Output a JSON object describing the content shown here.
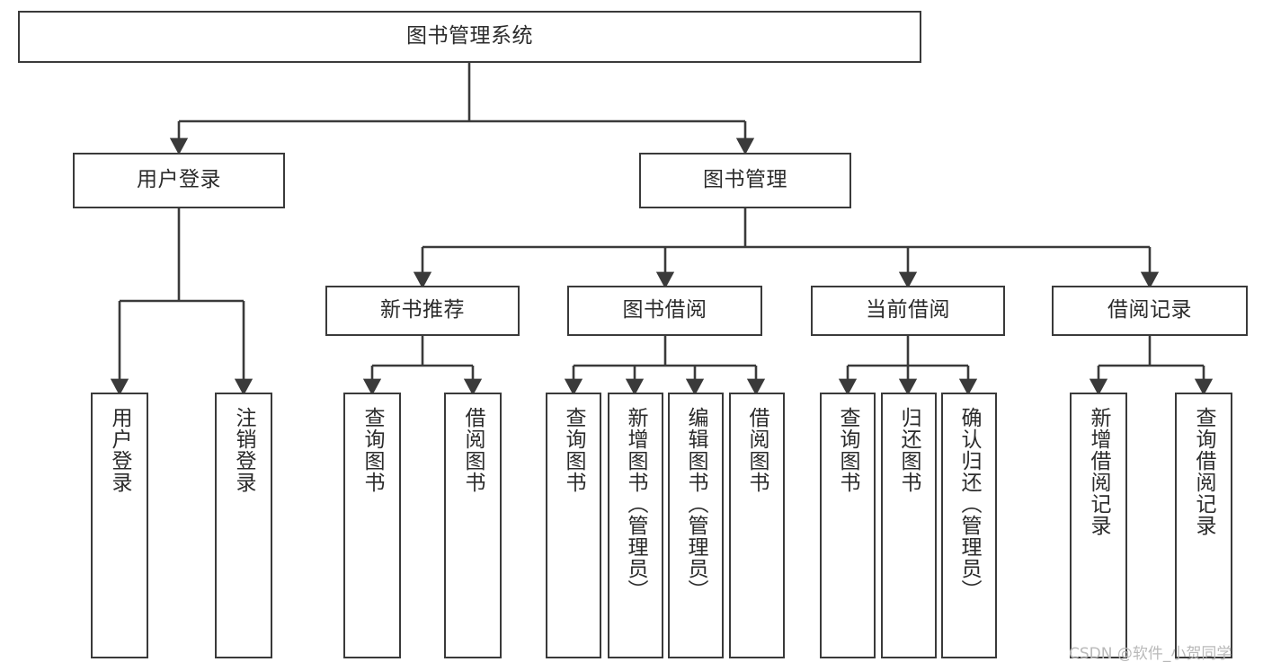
{
  "diagram": {
    "title": "图书管理系统",
    "type": "tree",
    "watermark": "CSDN @软件_小贺同学",
    "colors": {
      "box_border": "#3a3a3a",
      "box_fill": "#ffffff",
      "connector": "#3a3a3a",
      "text": "#2b2b2b",
      "background": "#ffffff",
      "watermark": "#b9b9b9"
    },
    "levels": {
      "root": {
        "label": "图书管理系统"
      },
      "level2": [
        {
          "label": "用户登录"
        },
        {
          "label": "图书管理"
        }
      ],
      "level3": [
        {
          "label": "新书推荐"
        },
        {
          "label": "图书借阅"
        },
        {
          "label": "当前借阅"
        },
        {
          "label": "借阅记录"
        }
      ],
      "leaves": {
        "user_login": [
          {
            "label": "用户登录"
          },
          {
            "label": "注销登录"
          }
        ],
        "new_book_recommend": [
          {
            "label": "查询图书"
          },
          {
            "label": "借阅图书"
          }
        ],
        "book_borrow": [
          {
            "label": "查询图书"
          },
          {
            "label": "新增图书（管理员）"
          },
          {
            "label": "编辑图书（管理员）"
          },
          {
            "label": "借阅图书"
          }
        ],
        "current_borrow": [
          {
            "label": "查询图书"
          },
          {
            "label": "归还图书"
          },
          {
            "label": "确认归还（管理员）"
          }
        ],
        "borrow_record": [
          {
            "label": "新增借阅记录"
          },
          {
            "label": "查询借阅记录"
          }
        ]
      }
    }
  }
}
